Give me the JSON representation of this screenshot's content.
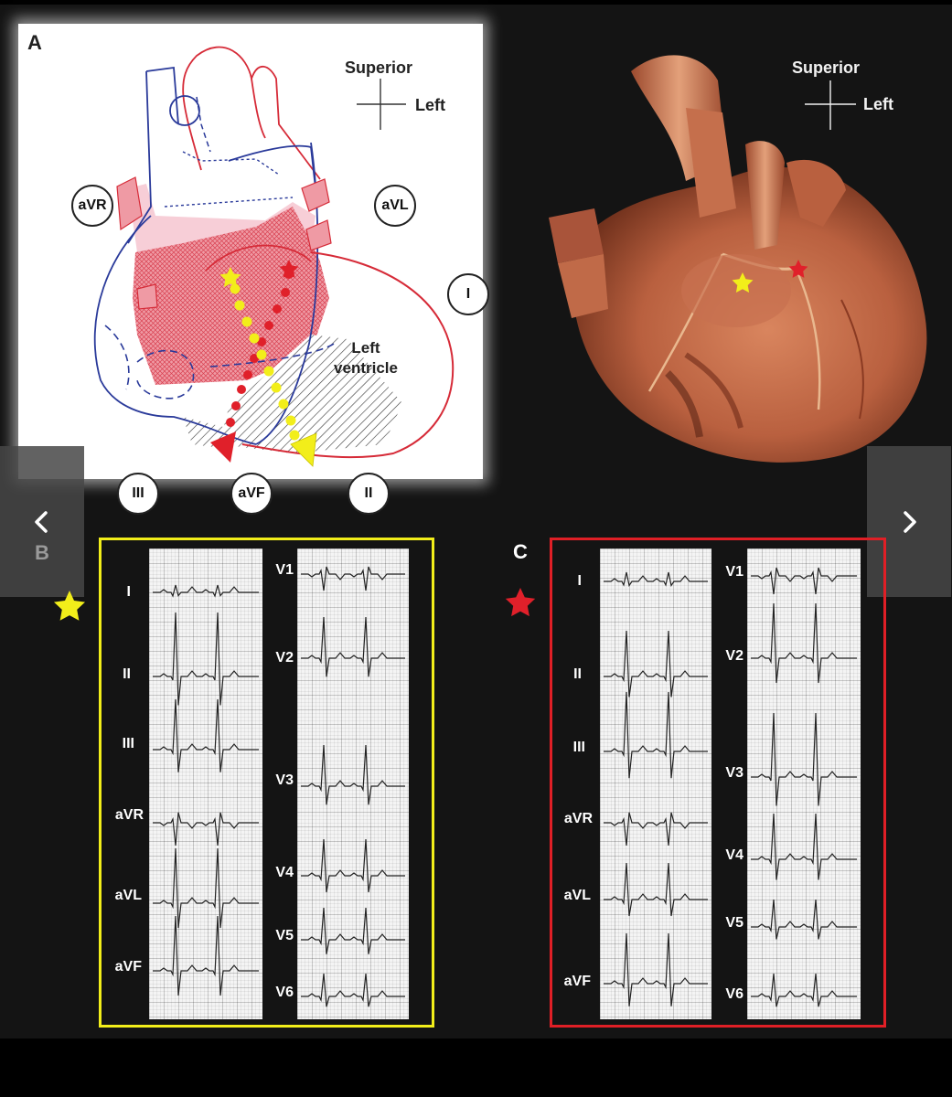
{
  "panel_a": {
    "letter": "A",
    "orientation": {
      "superior": "Superior",
      "left": "Left"
    },
    "ventricle_label_line1": "Left",
    "ventricle_label_line2": "ventricle",
    "leads": {
      "avr": "aVR",
      "avl": "aVL",
      "i": "I",
      "iii": "III",
      "avf": "aVF",
      "ii": "II"
    }
  },
  "panel_photo": {
    "orientation": {
      "superior": "Superior",
      "left": "Left"
    }
  },
  "panel_b": {
    "letter": "B",
    "marker_color": "#f2ee1a",
    "limb_leads": [
      "I",
      "II",
      "III",
      "aVR",
      "aVL",
      "aVF"
    ],
    "chest_leads": [
      "V1",
      "V2",
      "V3",
      "V4",
      "V5",
      "V6"
    ]
  },
  "panel_c": {
    "letter": "C",
    "marker_color": "#e01f26",
    "limb_leads": [
      "I",
      "II",
      "III",
      "aVR",
      "aVL",
      "aVF"
    ],
    "chest_leads": [
      "V1",
      "V2",
      "V3",
      "V4",
      "V5",
      "V6"
    ]
  },
  "navigation": {
    "prev_icon": "chevron-left-icon",
    "next_icon": "chevron-right-icon"
  }
}
